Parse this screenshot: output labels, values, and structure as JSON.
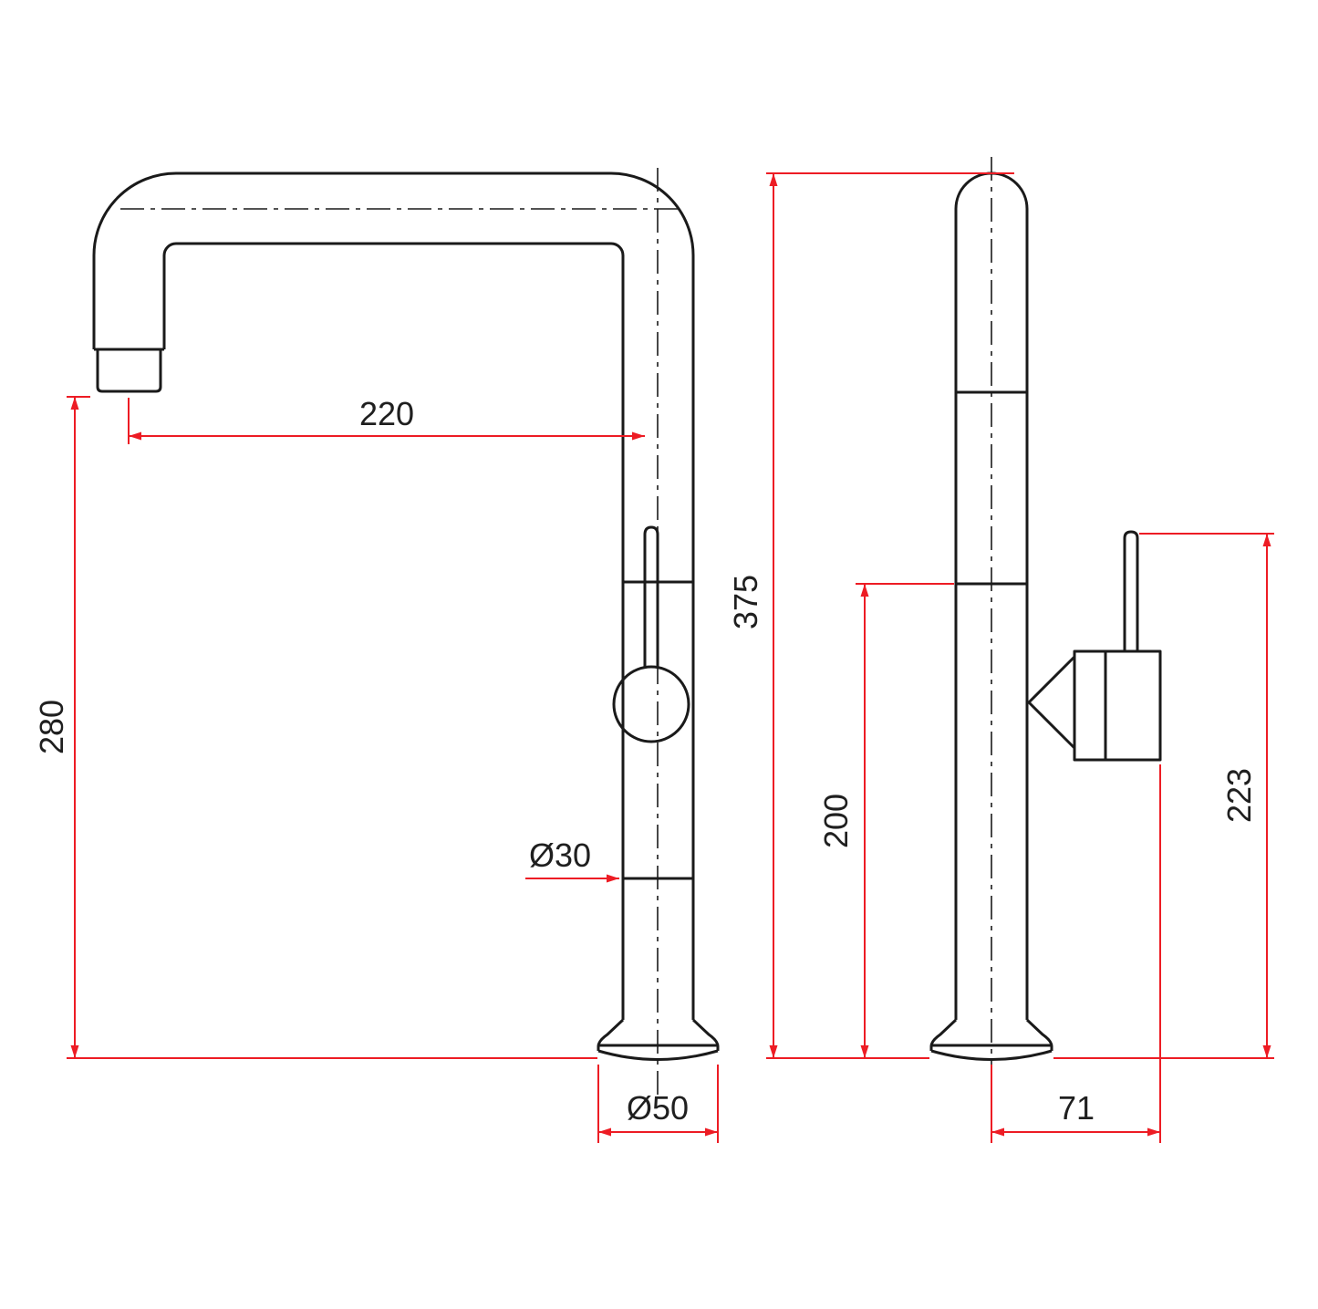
{
  "drawing": {
    "kind": "technical-dimension-drawing",
    "subject": "kitchen-mixer-tap",
    "colors": {
      "outline": "#1a1a1a",
      "centerline": "#1a1a1a",
      "dimension": "#ed1c24",
      "label": "#1f1f1f"
    },
    "views": {
      "front": {
        "spout_reach": "220",
        "spout_height": "280",
        "body_diameter": "Ø30",
        "base_diameter": "Ø50"
      },
      "side": {
        "total_height": "375",
        "body_height": "200",
        "handle_height": "223",
        "handle_offset": "71"
      }
    }
  }
}
